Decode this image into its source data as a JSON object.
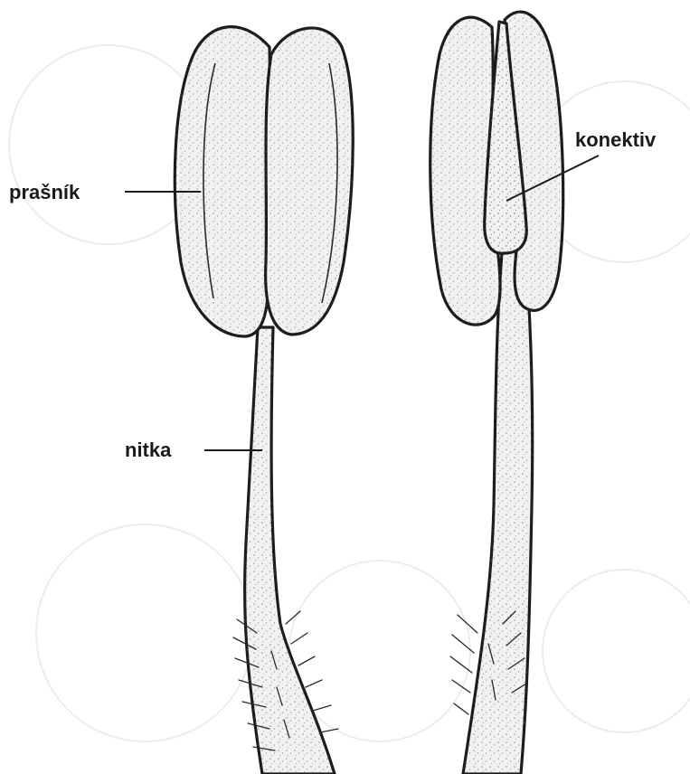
{
  "labels": {
    "anther": "prašník",
    "filament": "nitka",
    "connective": "konektiv"
  },
  "colors": {
    "ink": "#1c1c1c",
    "fill": "#f1f1f1",
    "background": "#ffffff"
  }
}
